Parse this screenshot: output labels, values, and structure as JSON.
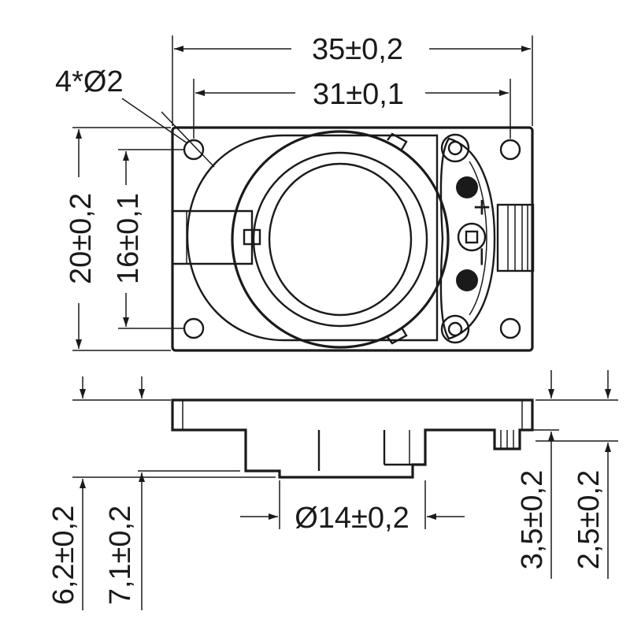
{
  "dimensions": {
    "overall_width": "35±0,2",
    "hole_spacing_width": "31±0,1",
    "hole_count_diameter": "4*Ø2",
    "overall_height": "20±0,2",
    "hole_spacing_height": "16±0,1",
    "cone_diameter": "Ø14±0,2",
    "total_depth": "6,2±0,2",
    "depth_with_terminal": "7,1±0,2",
    "terminal_height": "3,5±0,2",
    "flange_thickness": "2,5±0,2"
  },
  "terminals": {
    "plus": "+",
    "minus": "–"
  },
  "colors": {
    "line": "#1a1a1a",
    "background": "#ffffff"
  }
}
